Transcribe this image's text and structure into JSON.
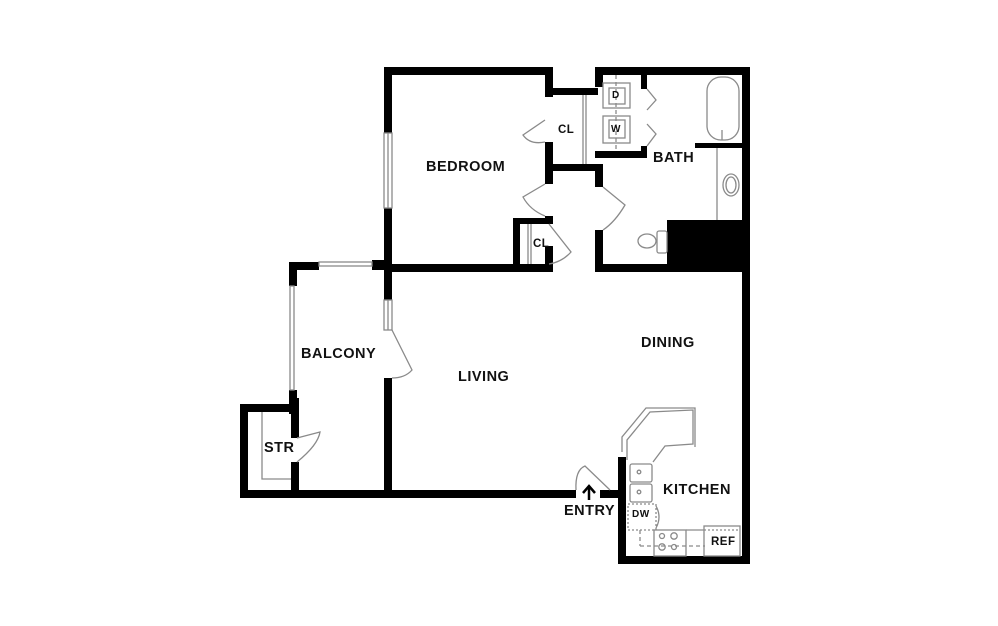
{
  "floorplan": {
    "colors": {
      "wall": "#000000",
      "fixture": "#8a8a8a",
      "background": "#ffffff"
    },
    "rooms": {
      "bedroom": "BEDROOM",
      "closet_top": "CL",
      "closet_bottom": "CL",
      "bath": "BATH",
      "dryer": "D",
      "washer": "W",
      "balcony": "BALCONY",
      "storage": "STR",
      "living": "LIVING",
      "dining": "DINING",
      "kitchen": "KITCHEN",
      "dishwasher": "DW",
      "refrigerator": "REF",
      "entry": "ENTRY"
    },
    "icons": {
      "entry_arrow": "arrow-up-icon"
    }
  }
}
